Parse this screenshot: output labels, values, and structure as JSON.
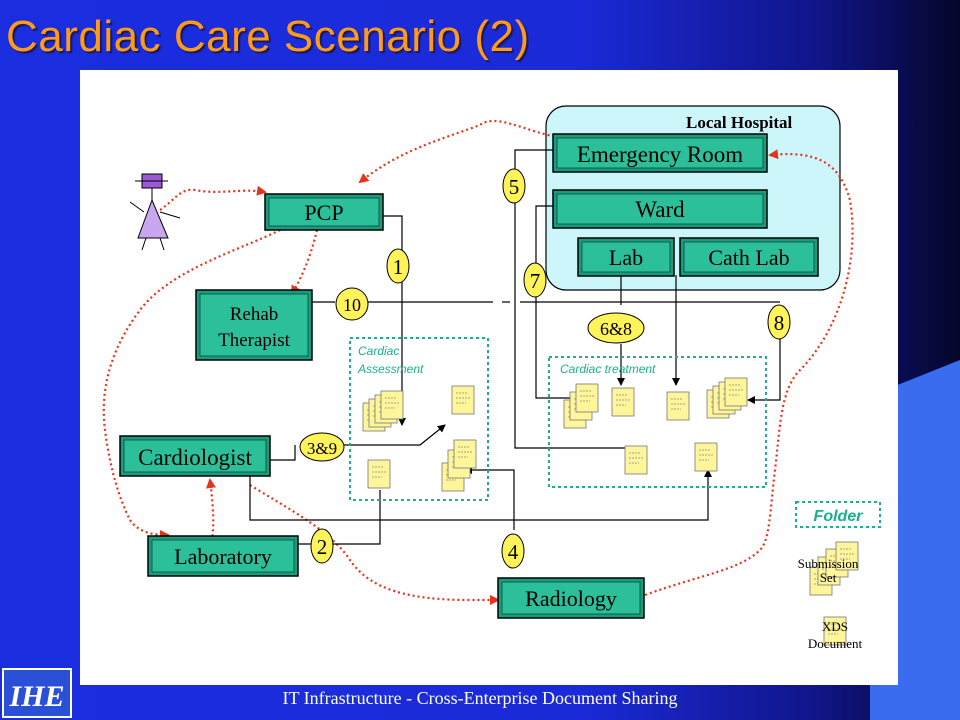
{
  "slide": {
    "title": "Cardiac Care Scenario (2)",
    "footer": "IT Infrastructure - Cross-Enterprise Document Sharing",
    "logo_text": "IHE"
  },
  "diagram": {
    "hospital_label": "Local Hospital",
    "nodes": {
      "emergency_room": "Emergency Room",
      "ward": "Ward",
      "lab": "Lab",
      "cath_lab": "Cath Lab",
      "pcp": "PCP",
      "rehab_line1": "Rehab",
      "rehab_line2": "Therapist",
      "cardiologist": "Cardiologist",
      "laboratory": "Laboratory",
      "radiology": "Radiology"
    },
    "steps": {
      "s1": "1",
      "s2": "2",
      "s3": "3&9",
      "s4": "4",
      "s5": "5",
      "s6": "6&8",
      "s7": "7",
      "s8": "8",
      "s10": "10"
    },
    "folders": {
      "assessment_line1": "Cardiac",
      "assessment_line2": "Assessment",
      "treatment": "Cardiac treatment"
    },
    "legend": {
      "folder": "Folder",
      "submission_line1": "Submission",
      "submission_line2": "Set",
      "document_line1": "XDS",
      "document_line2": "Document"
    }
  }
}
